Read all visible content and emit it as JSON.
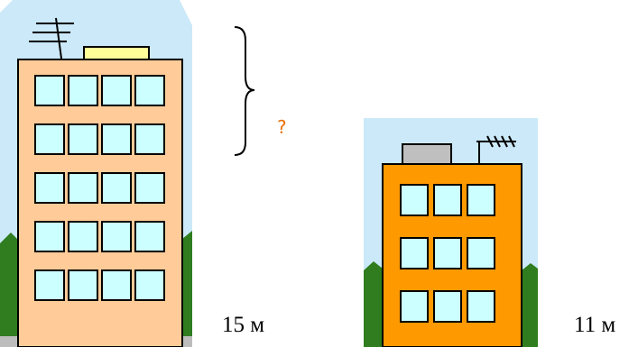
{
  "labels": {
    "tall_building_height": "15 м",
    "short_building_height": "11 м",
    "unknown_difference": "?"
  },
  "colors": {
    "sky": "#cbe9f8",
    "grass": "#2f7d1f",
    "tall_building_wall": "#ffcc99",
    "short_building_wall": "#ff9900",
    "window": "#ccffff",
    "roof_panel_tall": "#ffff99",
    "roof_panel_short": "#bfbfbf",
    "pavement": "#bdbdbd",
    "question_mark": "#e8720c"
  },
  "buildings": {
    "tall": {
      "floors": 5,
      "columns": 4
    },
    "short": {
      "floors": 3,
      "columns": 3
    }
  }
}
